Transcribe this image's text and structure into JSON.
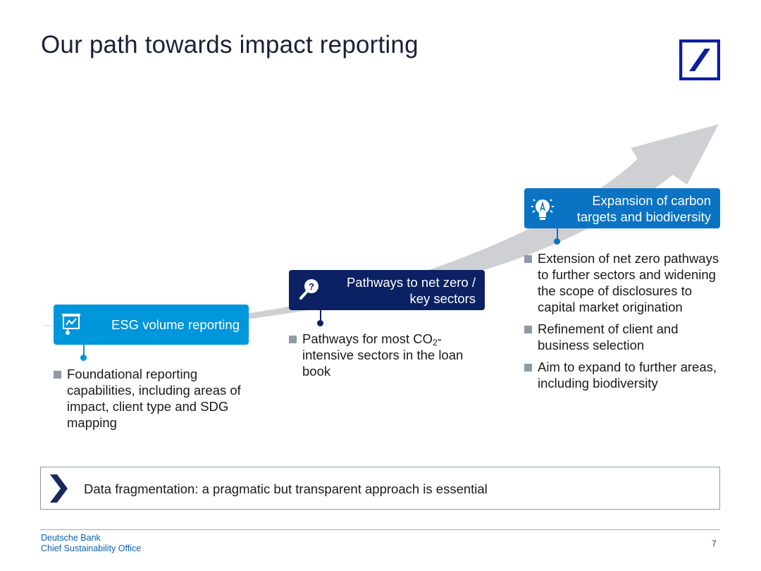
{
  "slide": {
    "title": "Our path towards impact reporting",
    "page_number": "7"
  },
  "logo": {
    "name": "deutsche-bank-logo",
    "color": "#0b1fa3"
  },
  "colors": {
    "stage1": "#0096db",
    "stage2": "#0b2164",
    "stage3": "#0a73c4",
    "arrow": "#cfd0d4",
    "bullet": "#8e9aa6"
  },
  "stages": [
    {
      "icon": "presentation-chart-icon",
      "label": "ESG volume reporting",
      "bullets": [
        "Foundational reporting capabilities, including areas of impact, client type and SDG mapping"
      ]
    },
    {
      "icon": "magnifier-question-icon",
      "label": "Pathways to net zero / key sectors",
      "bullets": [
        {
          "pre": "Pathways for most CO",
          "sub": "2",
          "post": "-intensive sectors in the loan book"
        }
      ]
    },
    {
      "icon": "lightbulb-icon",
      "label": "Expansion of carbon targets and biodiversity",
      "bullets": [
        "Extension of net zero pathways to further sectors and widening the scope of disclosures to capital market origination",
        "Refinement of client and business selection",
        "Aim to expand to further areas, including biodiversity"
      ]
    }
  ],
  "callout": {
    "icon": "chevron-right-icon",
    "text": "Data fragmentation: a pragmatic but transparent approach is essential"
  },
  "footer": {
    "company": "Deutsche Bank",
    "department": "Chief Sustainability Office"
  }
}
